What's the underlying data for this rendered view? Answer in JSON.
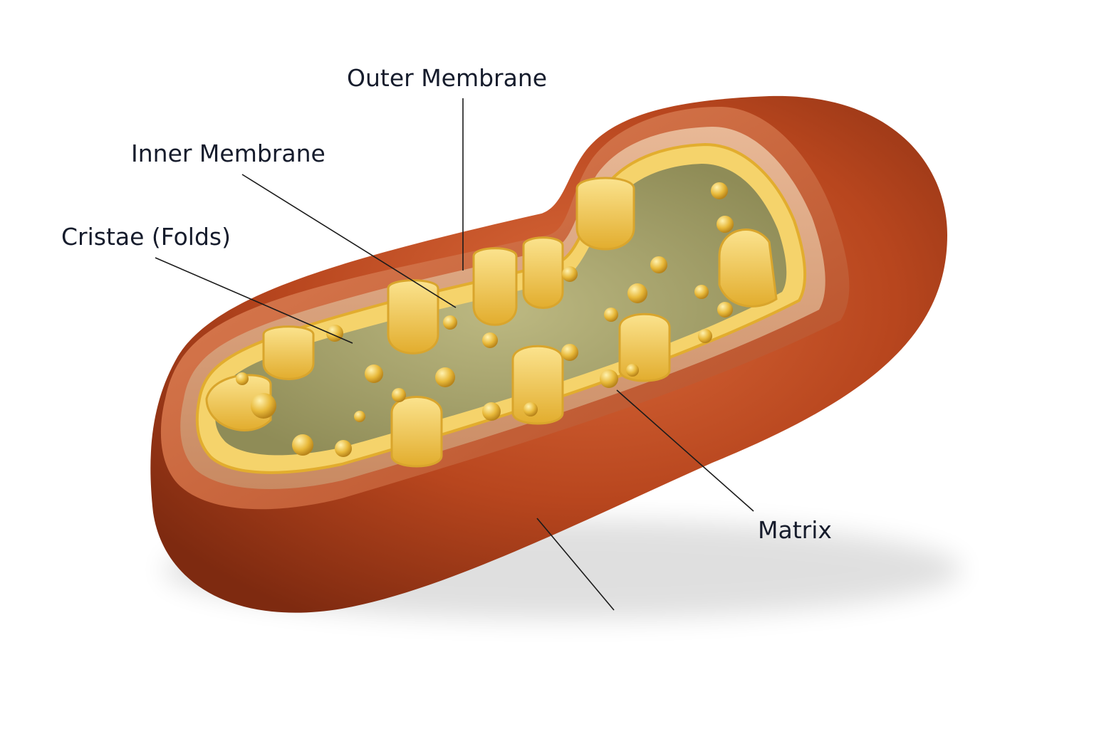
{
  "labels": {
    "outer_membrane": "Outer Membrane",
    "inner_membrane": "Inner Membrane",
    "cristae": "Cristae (Folds)",
    "matrix": "Matrix"
  },
  "colors": {
    "background": "#ffffff",
    "outer_membrane": "#b8461e",
    "outer_membrane_highlight": "#d96a3b",
    "intermembrane_space": "#d9a27a",
    "inner_membrane": "#f2c94c",
    "cristae_fold": "#f5d36b",
    "matrix": "#a9a56a",
    "granules": "#e8b93a",
    "callout_line": "#1b1b1b",
    "label_text": "#161c2c"
  }
}
